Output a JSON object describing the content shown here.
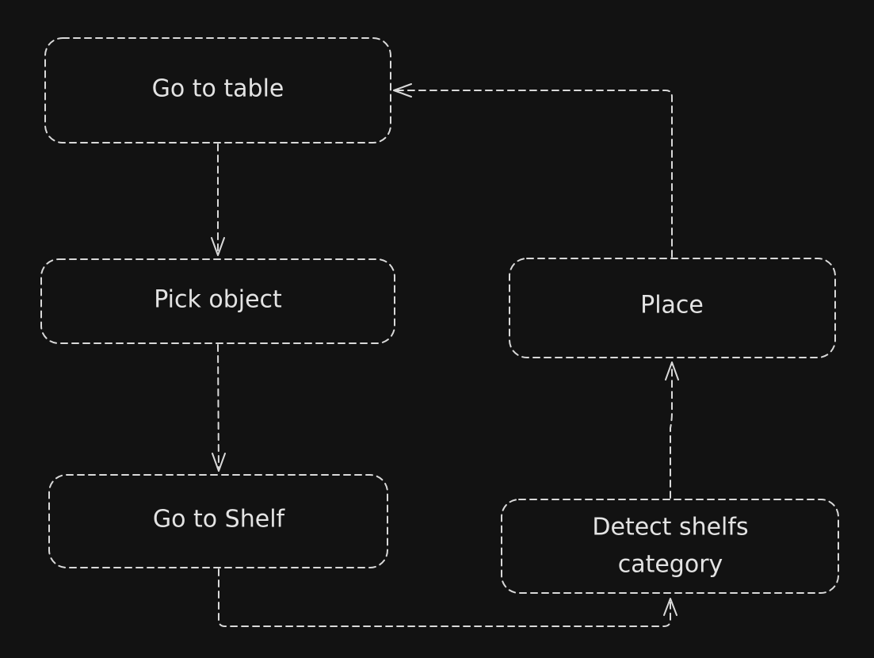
{
  "diagram": {
    "nodes": {
      "go_to_table": {
        "label": "Go to table"
      },
      "pick_object": {
        "label": "Pick object"
      },
      "go_to_shelf": {
        "label": "Go to Shelf"
      },
      "detect_shelfs_category": {
        "line1": "Detect shelfs",
        "line2": "category"
      },
      "place": {
        "label": "Place"
      }
    },
    "colors": {
      "background": "#121212",
      "stroke": "#d9d9d9",
      "text": "#e3e3e3"
    }
  }
}
